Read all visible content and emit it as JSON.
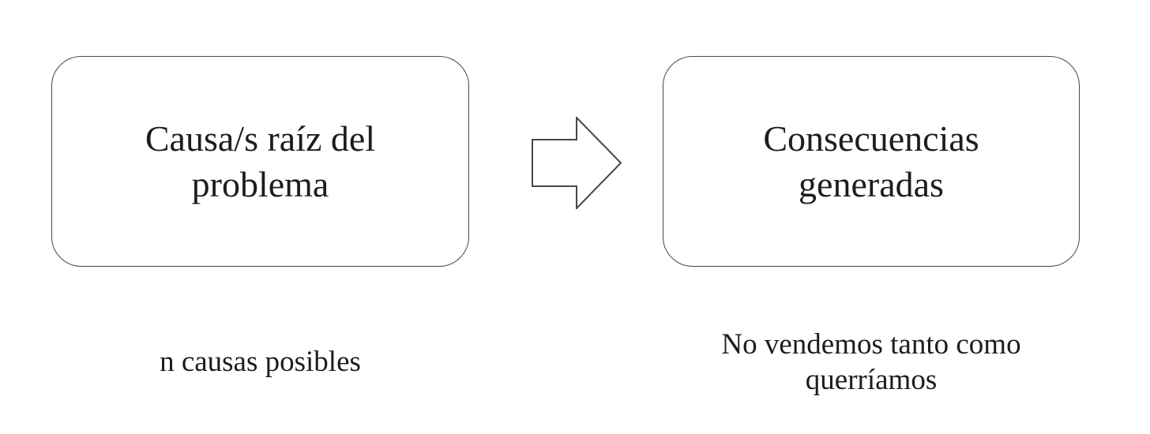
{
  "colors": {
    "line": "#474747",
    "text": "#1d1d1d",
    "background": "#ffffff"
  },
  "diagram": {
    "boxes": [
      {
        "id": "cause-box",
        "label": "Causa/s raíz del\nproblema"
      },
      {
        "id": "consequence-box",
        "label": "Consecuencias\ngeneradas"
      }
    ],
    "arrow": {
      "icon": "block-arrow-right",
      "direction": "right"
    },
    "captions": [
      {
        "id": "cause-caption",
        "text": "n causas posibles"
      },
      {
        "id": "consequence-caption",
        "text": "No vendemos tanto como\nquerríamos"
      }
    ]
  }
}
